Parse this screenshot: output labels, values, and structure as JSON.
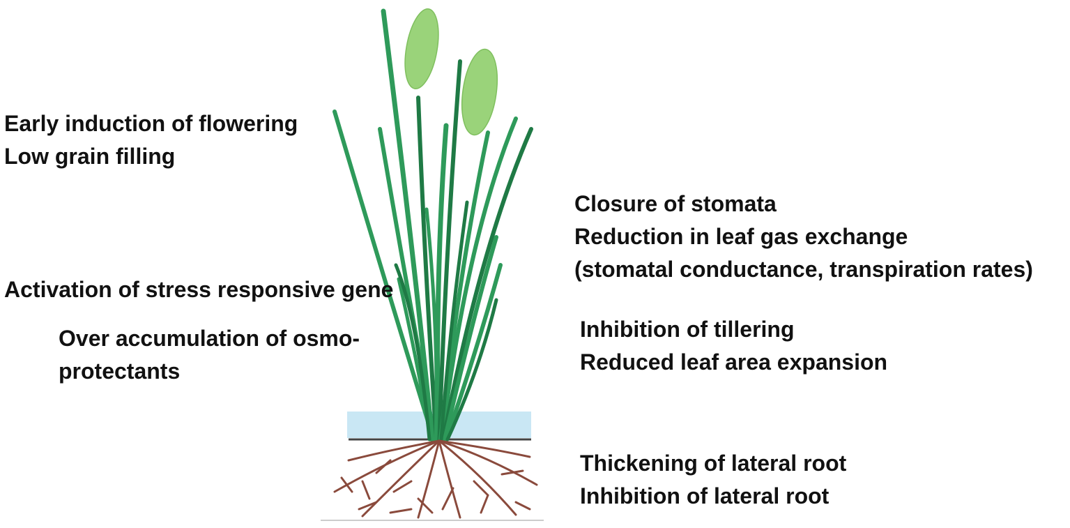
{
  "labels": {
    "flowering": {
      "line1": "Early induction of flowering",
      "line2": "Low grain filling"
    },
    "gene": {
      "line1": "Activation of stress responsive gene"
    },
    "osmo": {
      "line1": "Over accumulation of osmo-",
      "line2": "protectants"
    },
    "stomata": {
      "line1": "Closure of stomata",
      "line2": "Reduction in leaf gas exchange",
      "line3": "(stomatal conductance, transpiration rates)"
    },
    "tillering": {
      "line1": "Inhibition of tillering",
      "line2": "Reduced leaf area expansion"
    },
    "root": {
      "line1": "Thickening of lateral root",
      "line2": "Inhibition of lateral root"
    }
  },
  "colors": {
    "leaf": "#2e9a5a",
    "leaf_dark": "#1f7a45",
    "panicle": "#9ad37a",
    "water": "#bfe3f2",
    "soil_line": "#444444",
    "root": "#8a4a3c",
    "text": "#111111"
  }
}
